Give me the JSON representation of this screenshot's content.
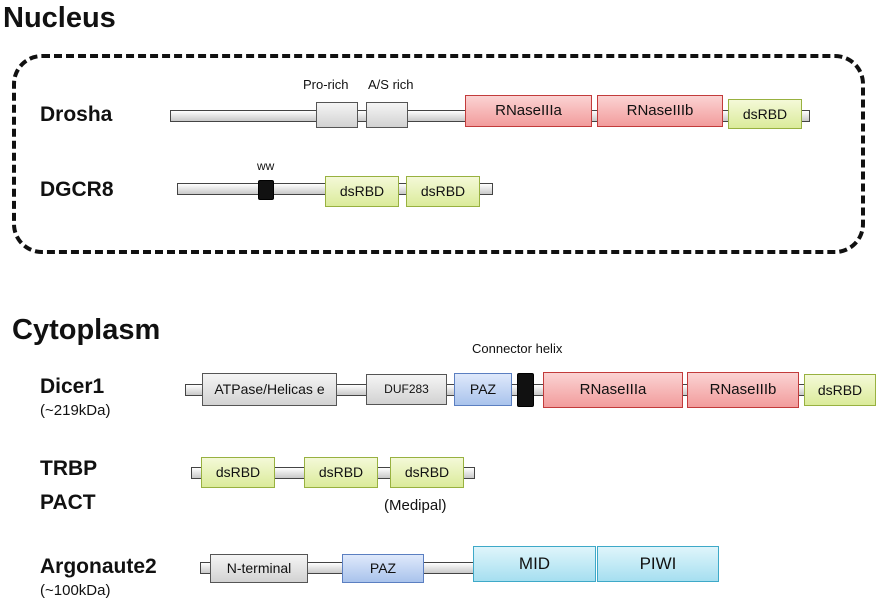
{
  "sections": {
    "nucleus": "Nucleus",
    "cytoplasm": "Cytoplasm"
  },
  "proteins": {
    "drosha": {
      "name": "Drosha",
      "labels": {
        "pro_rich": "Pro-rich",
        "as_rich": "A/S rich"
      },
      "domains": {
        "rnase_a": "RNaseIIIa",
        "rnase_b": "RNaseIIIb",
        "dsrbd": "dsRBD"
      }
    },
    "dgcr8": {
      "name": "DGCR8",
      "labels": {
        "ww": "ww"
      },
      "domains": {
        "dsrbd1": "dsRBD",
        "dsrbd2": "dsRBD"
      }
    },
    "dicer1": {
      "name": "Dicer1",
      "size": "(~219kDa)",
      "labels": {
        "connector": "Connector helix"
      },
      "domains": {
        "helicase": "ATPase/Helicas e",
        "duf283": "DUF283",
        "paz": "PAZ",
        "rnase_a": "RNaseIIIa",
        "rnase_b": "RNaseIIIb",
        "dsrbd": "dsRBD"
      }
    },
    "trbp": {
      "name": "TRBP",
      "name2": "PACT",
      "labels": {
        "medipal": "(Medipal)"
      },
      "domains": {
        "dsrbd1": "dsRBD",
        "dsrbd2": "dsRBD",
        "dsrbd3": "dsRBD"
      }
    },
    "ago2": {
      "name": "Argonaute2",
      "size": "(~100kDa)",
      "domains": {
        "nterm": "N-terminal",
        "paz": "PAZ",
        "mid": "MID",
        "piwi": "PIWI"
      }
    }
  },
  "colors": {
    "rnase": "#f5a9a9",
    "dsrbd": "#dcedaa",
    "paz": "#b6cdf0",
    "mid_piwi": "#b2e4f2",
    "grey_domain": "#e0e0e0",
    "black_box": "#111111"
  }
}
